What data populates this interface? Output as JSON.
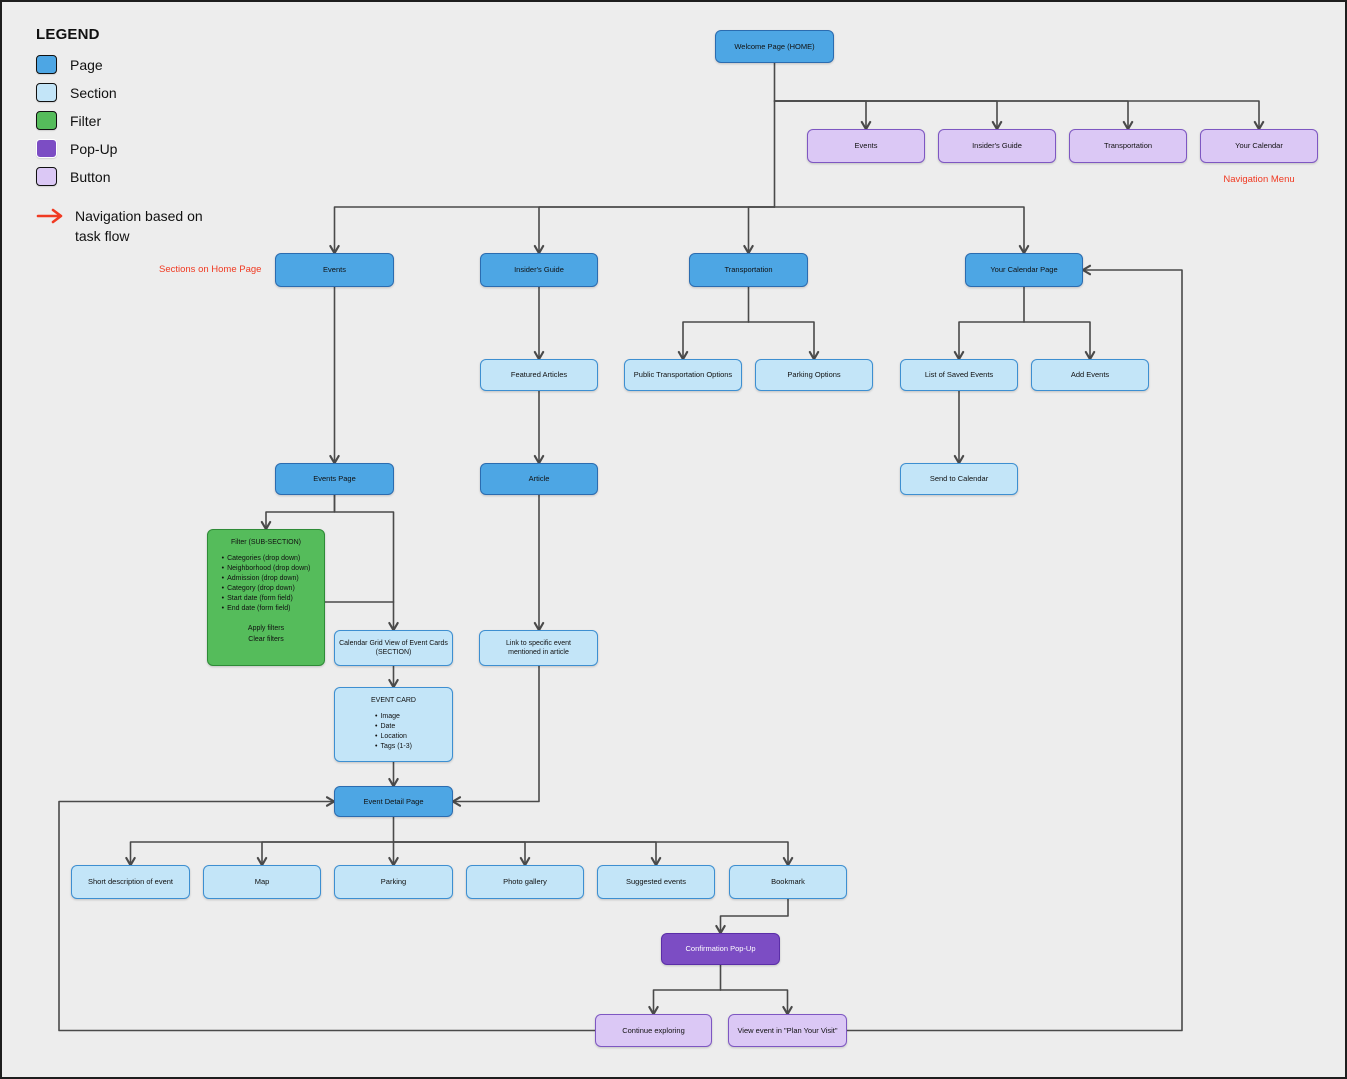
{
  "legend": {
    "title": "LEGEND",
    "items": [
      {
        "label": "Page",
        "type": "page"
      },
      {
        "label": "Section",
        "type": "section"
      },
      {
        "label": "Filter",
        "type": "filter"
      },
      {
        "label": "Pop-Up",
        "type": "popup"
      },
      {
        "label": "Button",
        "type": "button"
      }
    ],
    "arrow_note": "Navigation based on task flow"
  },
  "annotations": {
    "nav_menu": "Navigation Menu",
    "home_sections": "Sections on Home Page"
  },
  "nodes": {
    "welcome": "Welcome Page (HOME)",
    "nav_events": "Events",
    "nav_guide": "Insider's Guide",
    "nav_transport": "Transportation",
    "nav_calendar": "Your Calendar",
    "sec_events": "Events",
    "sec_guide": "Insider's Guide",
    "sec_transport": "Transportation",
    "sec_calendar": "Your Calendar Page",
    "featured_articles": "Featured Articles",
    "public_transport": "Public Transportation Options",
    "parking_options": "Parking Options",
    "saved_events": "List of Saved Events",
    "add_events": "Add Events",
    "events_page": "Events Page",
    "article": "Article",
    "send_calendar": "Send to Calendar",
    "calendar_grid": {
      "line1": "Calendar Grid View of Event Cards",
      "line2": "(SECTION)"
    },
    "link_event": {
      "line1": "Link to specific event",
      "line2": "mentioned in article"
    },
    "event_detail": "Event Detail Page",
    "short_desc": "Short description of event",
    "map": "Map",
    "parking": "Parking",
    "photo_gallery": "Photo gallery",
    "suggested": "Suggested events",
    "bookmark": "Bookmark",
    "confirm_popup": "Confirmation Pop-Up",
    "continue_exploring": "Continue exploring",
    "view_event": "View event in \"Plan Your Visit\""
  },
  "filter_box": {
    "title": "Filter (SUB-SECTION)",
    "items": [
      "Categories (drop down)",
      "Neighborhood (drop down)",
      "Admission (drop down)",
      "Category (drop down)",
      "Start date (form field)",
      "End date (form field)"
    ],
    "actions": [
      "Apply filters",
      "Clear filters"
    ]
  },
  "event_card_box": {
    "title": "EVENT CARD",
    "items": [
      "Image",
      "Date",
      "Location",
      "Tags (1-3)"
    ]
  },
  "colors": {
    "page_fill": "#4DA6E4",
    "page_stroke": "#2B6CB0",
    "section_fill": "#C3E5F8",
    "section_stroke": "#3D8FD1",
    "filter_fill": "#55BC5B",
    "filter_stroke": "#2E8B37",
    "popup_fill": "#7C4DC4",
    "popup_stroke": "#5B2EA8",
    "button_fill": "#DBC8F5",
    "button_stroke": "#7E57C2",
    "connector": "#4A4A4A",
    "annotation": "#F03A22",
    "background": "#EDEDED"
  }
}
